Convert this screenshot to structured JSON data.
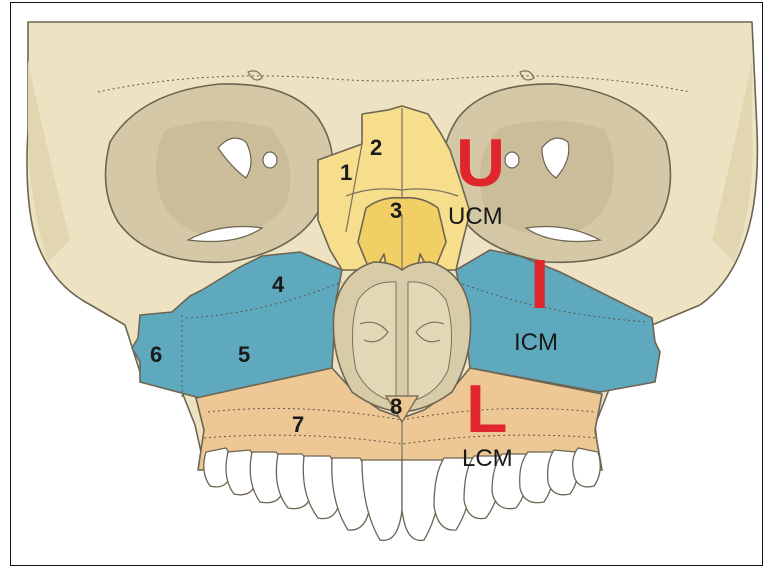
{
  "numbers": [
    "1",
    "2",
    "3",
    "4",
    "5",
    "6",
    "7",
    "8"
  ],
  "region_letters": {
    "upper": "U",
    "intermediate": "I",
    "lower": "L"
  },
  "region_labels": {
    "upper": "UCM",
    "intermediate": "ICM",
    "lower": "LCM"
  },
  "colors": {
    "bone": "#ede3c2",
    "upper_region": "#f6de8c",
    "intermediate_region": "#5fa9bf",
    "lower_region": "#edc794",
    "letters": "#e0262d"
  }
}
